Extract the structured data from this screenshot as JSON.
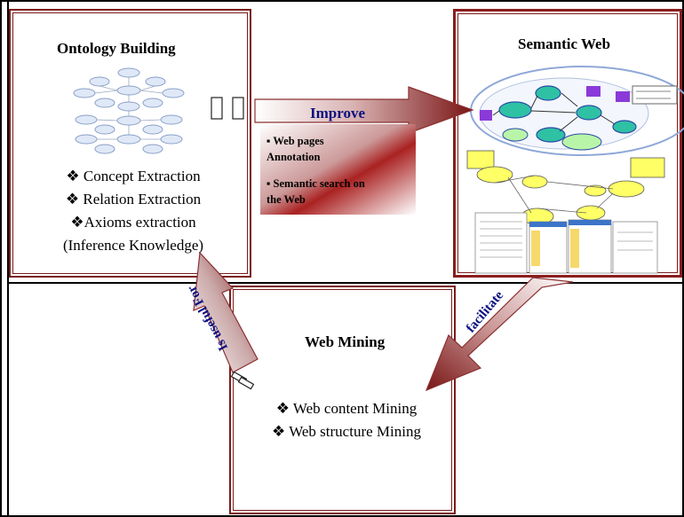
{
  "diagram": {
    "ontology": {
      "title": "Ontology Building",
      "bullets": [
        "❖ Concept Extraction",
        "❖ Relation Extraction",
        "❖Axioms extraction",
        "(Inference Knowledge)"
      ]
    },
    "semantic_web": {
      "title": "Semantic Web"
    },
    "web_mining": {
      "title": "Web Mining",
      "bullets": [
        "❖ Web content Mining",
        "❖ Web structure Mining"
      ]
    },
    "arrows": {
      "improve": "Improve",
      "is_useful_for": "Is useful For",
      "facilitate": "facilitate"
    },
    "improve_notes": [
      "▪ Web pages",
      "Annotation",
      "▪ Semantic search on",
      "the Web"
    ]
  }
}
